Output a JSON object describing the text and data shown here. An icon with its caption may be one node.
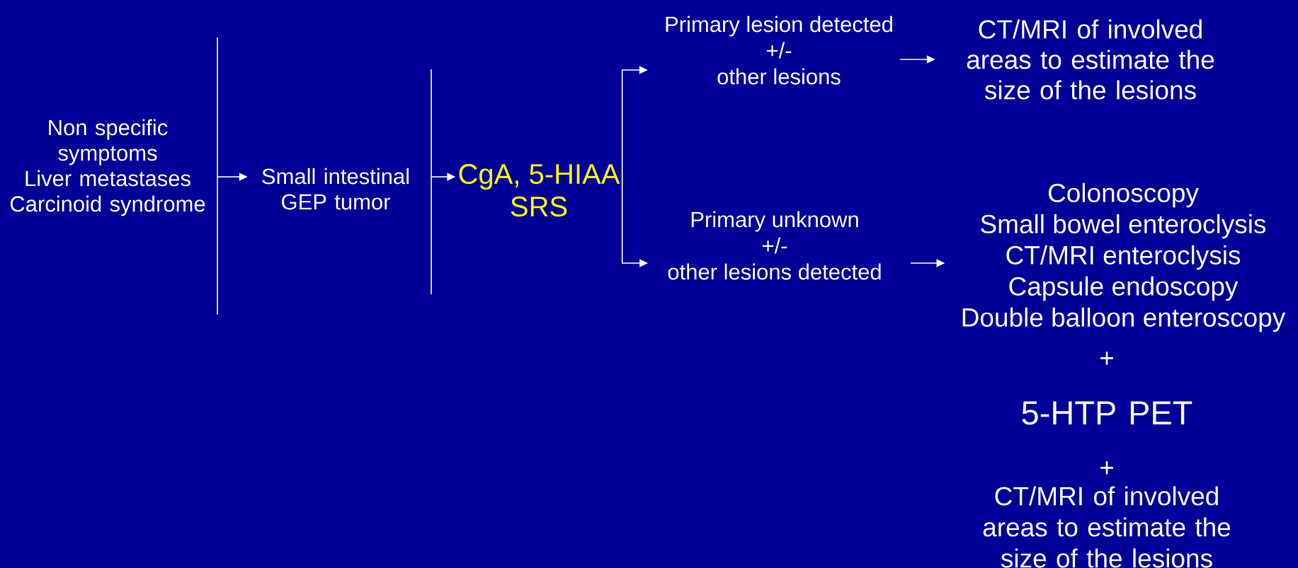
{
  "diagram": {
    "nodes": [
      {
        "text": [
          "Non specific symptoms",
          "Liver metastases",
          "Carcinoid syndrome"
        ]
      },
      {
        "text": [
          "Small intestinal GEP tumor"
        ]
      },
      {
        "text": [
          "CgA, 5-HIAA",
          "SRS"
        ]
      },
      {
        "text": [
          "Primary lesion detected",
          "+/-",
          "other lesions"
        ]
      },
      {
        "text": [
          "Primary unknown",
          "+/-",
          "other lesions detected"
        ]
      },
      {
        "text": [
          "CT/MRI of involved areas to estimate the size of the lesions"
        ]
      },
      {
        "text": [
          "Colonoscopy",
          "Small bowel enteroclysis",
          "CT/MRI enteroclysis",
          "Capsule endoscopy",
          "Double balloon enteroscopy"
        ]
      }
    ],
    "edges": [
      {
        "from": 0,
        "to": 1,
        "arrow": "to"
      },
      {
        "from": 1,
        "to": 2,
        "arrow": "to"
      },
      {
        "from": 2,
        "to": 3,
        "arrow": "to"
      },
      {
        "from": 2,
        "to": 4,
        "arrow": "to"
      },
      {
        "from": 3,
        "to": 5,
        "arrow": "to"
      },
      {
        "from": 4,
        "to": 6,
        "arrow": "to"
      }
    ],
    "labels": [
      "+",
      "5-HTP PET",
      "+",
      "CT/MRI of involved areas to estimate the size of the lesions"
    ]
  }
}
